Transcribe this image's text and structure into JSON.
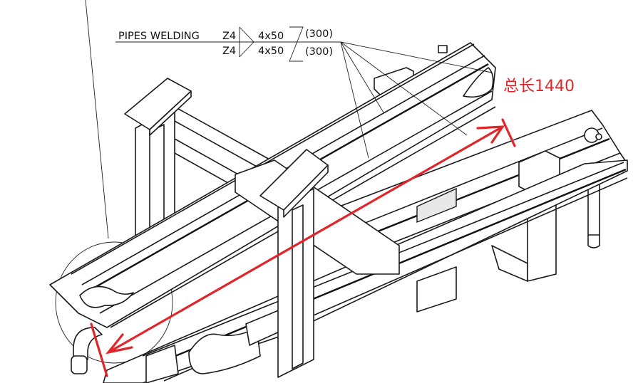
{
  "weld_callout": {
    "label": "PIPES WELDING",
    "top": {
      "symbol": "Z4",
      "size": "4x50",
      "pitch": "(300)"
    },
    "bottom": {
      "symbol": "Z4",
      "size": "4x50",
      "pitch": "(300)"
    }
  },
  "dimension": {
    "label": "总长1440",
    "color": "#e0262a"
  }
}
